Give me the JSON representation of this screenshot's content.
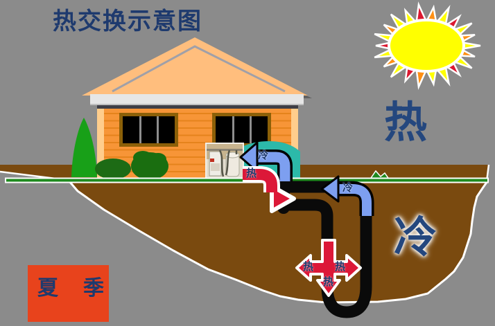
{
  "diagram": {
    "title": "热交换示意图",
    "season": "夏季",
    "labels": {
      "air_hot": "热",
      "ground_cold": "冷",
      "house_in_cold": "冷",
      "house_out_hot": "热",
      "loop_return_cold": "冷",
      "heat_spread_left": "热",
      "heat_spread_right": "热",
      "heat_spread_down": "热"
    },
    "colors": {
      "sky": "#8B8B8B",
      "ground": "#7A4A0F",
      "grass": "#1E8A1E",
      "wall": "#F79537",
      "roof": "#FFBE7D",
      "hot": "#DC1838",
      "cold": "#7D9FF0",
      "label_blue": "#1E3A6E",
      "season_box": "#E8431C",
      "teal": "#2CB9A9",
      "sun_yellow": "#FFFF00",
      "sun_orange": "#FF9015",
      "sun_red": "#DC1830"
    }
  }
}
